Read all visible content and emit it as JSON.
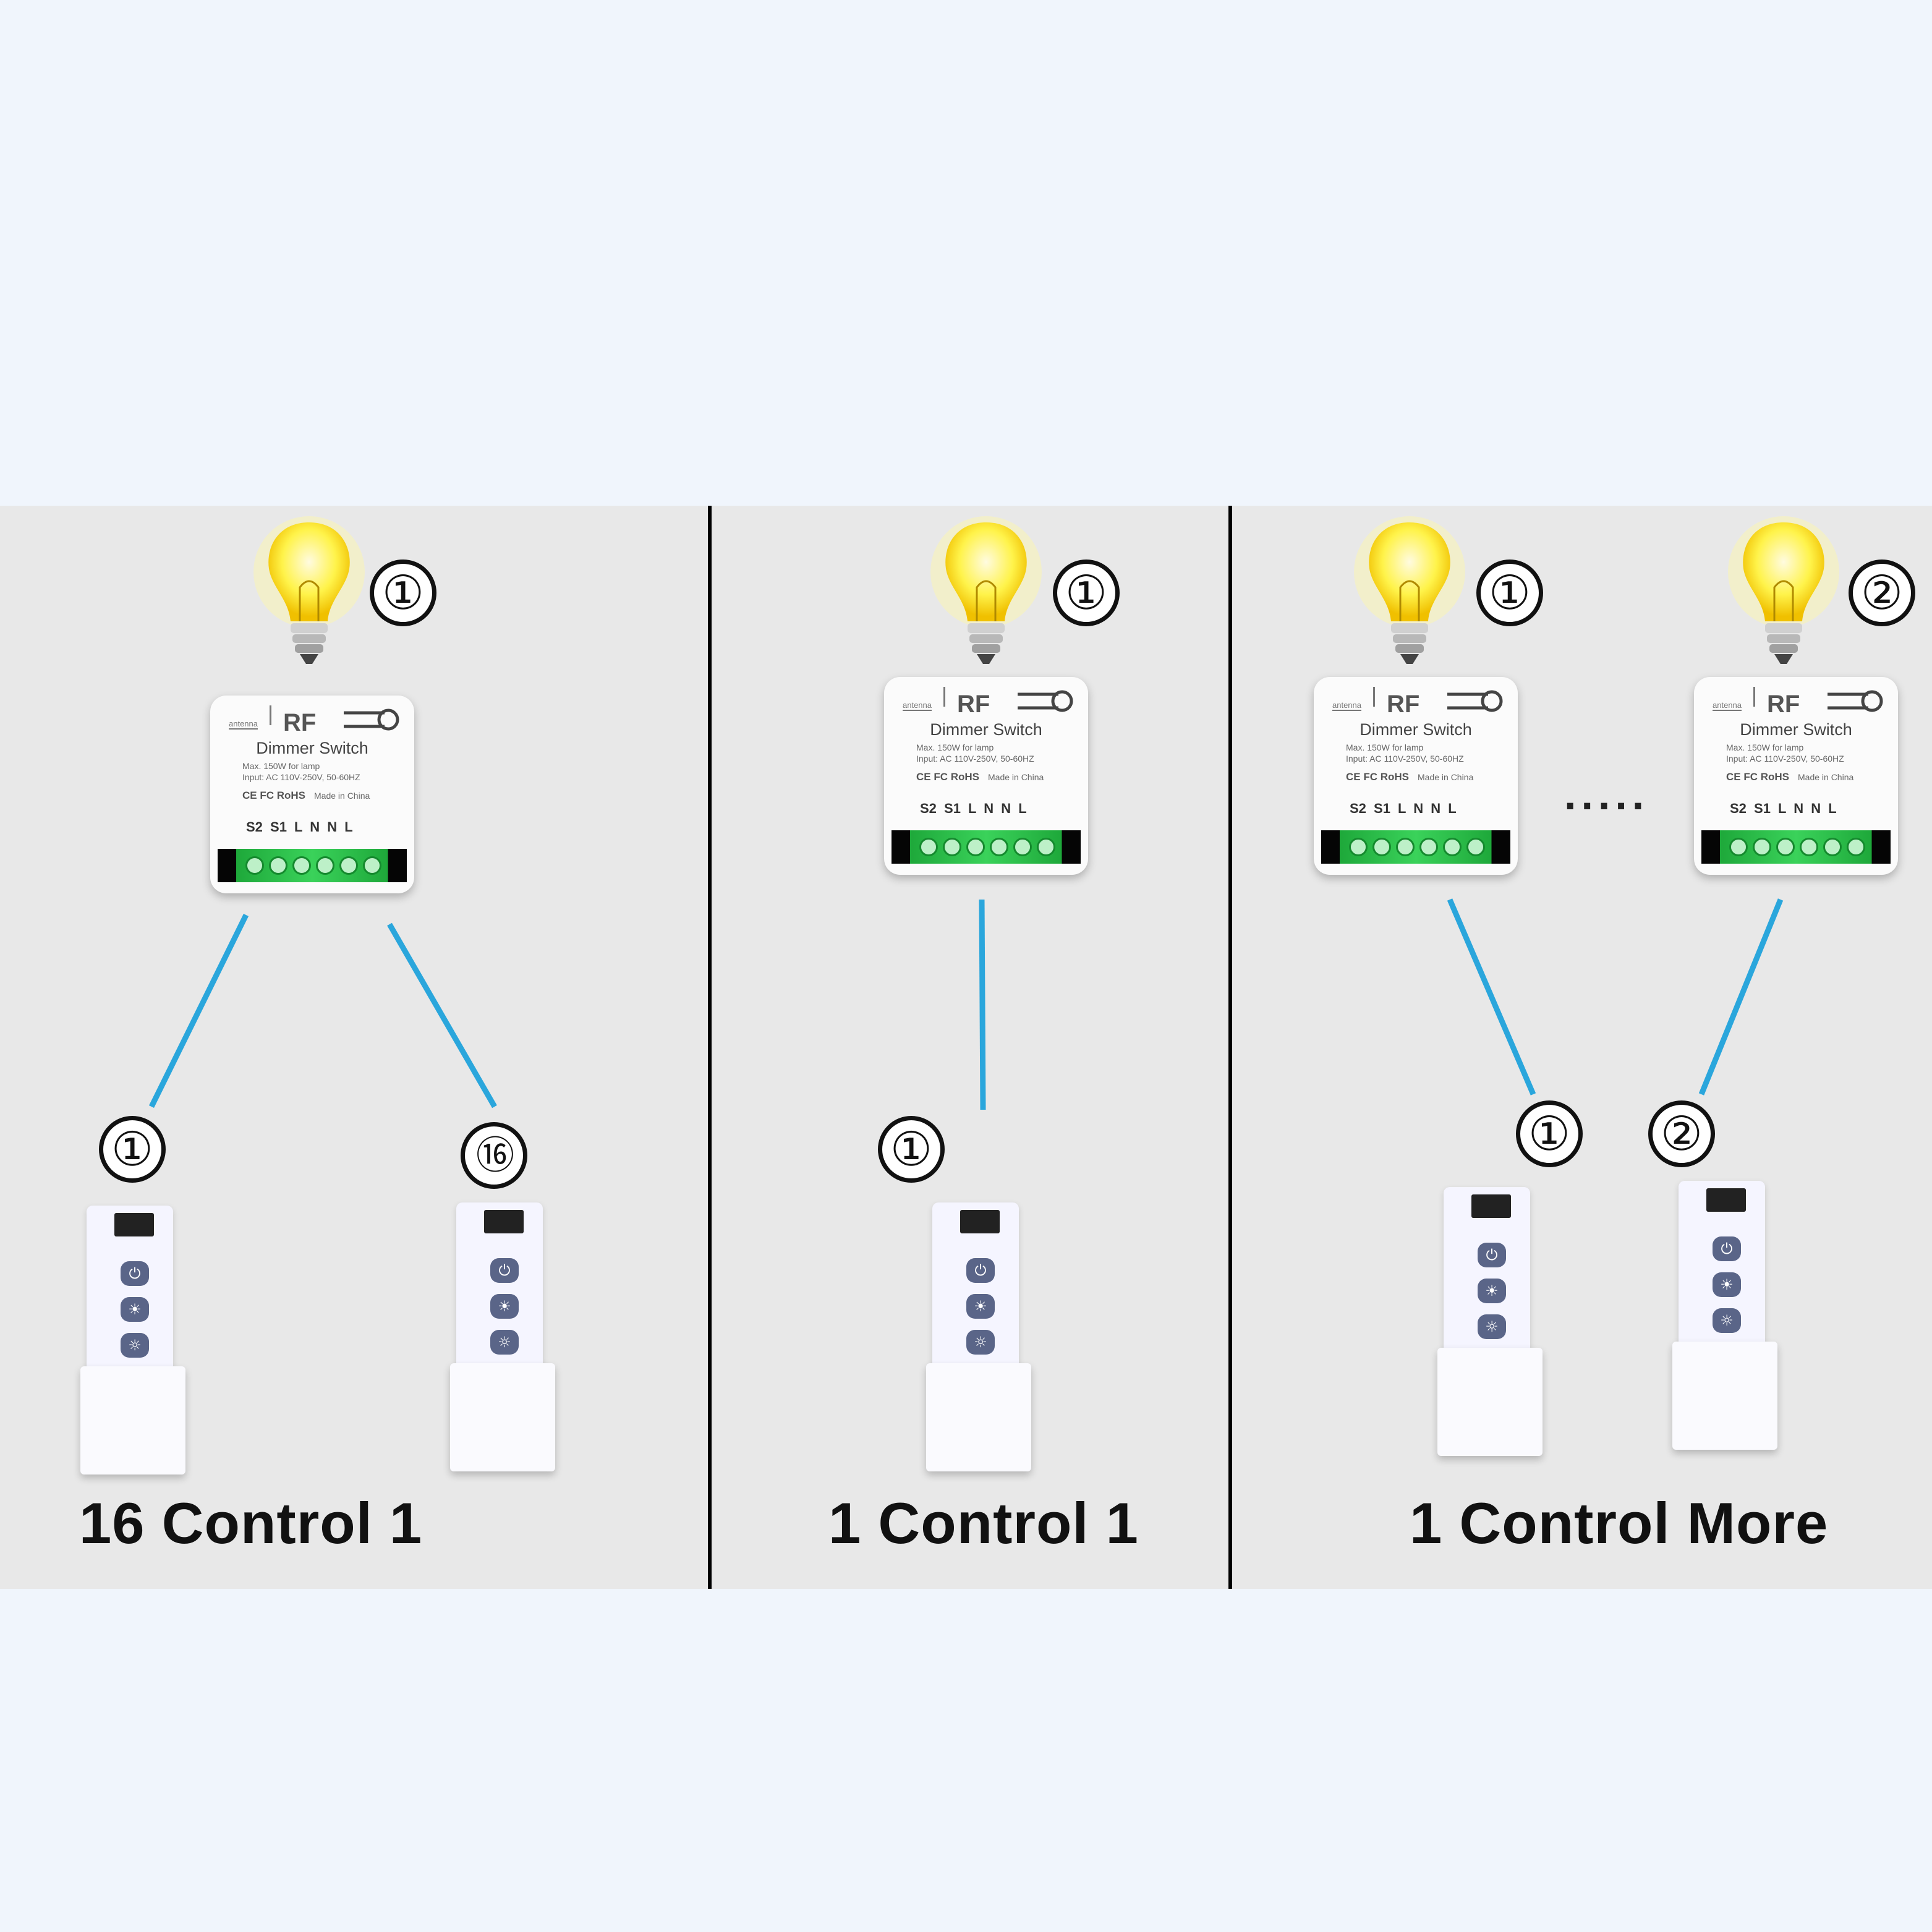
{
  "panels": [
    {
      "caption": "16 Control 1",
      "bulbs": [
        {
          "number": "①"
        }
      ],
      "remotes": [
        {
          "number": "①"
        },
        {
          "number": "⑯"
        }
      ]
    },
    {
      "caption": "1 Control 1",
      "bulbs": [
        {
          "number": "①"
        }
      ],
      "remotes": [
        {
          "number": "①"
        }
      ]
    },
    {
      "caption": "1 Control More",
      "bulbs": [
        {
          "number": "①"
        },
        {
          "number": "②"
        }
      ],
      "remotes": [
        {
          "number": "①"
        },
        {
          "number": "②"
        }
      ],
      "ellipsis": "....."
    }
  ],
  "module": {
    "rf_label": "RF",
    "antenna_label": "antenna",
    "title": "Dimmer Switch",
    "spec_line1": "Max. 150W for lamp",
    "spec_line2": "Input: AC 110V-250V, 50-60HZ",
    "cert": "CE FC RoHS",
    "made": "Made in China",
    "terminals": "S2 S1 L N N L"
  },
  "colors": {
    "band": "#e8e8e8",
    "page": "#f0f5fc",
    "wire": "#2aa6dc",
    "bulb_glow": "#fff34a",
    "terminal_green": "#2ec24d"
  },
  "icons": {
    "remote_buttons": [
      "power-icon",
      "brightness-up-icon",
      "brightness-down-icon"
    ]
  }
}
